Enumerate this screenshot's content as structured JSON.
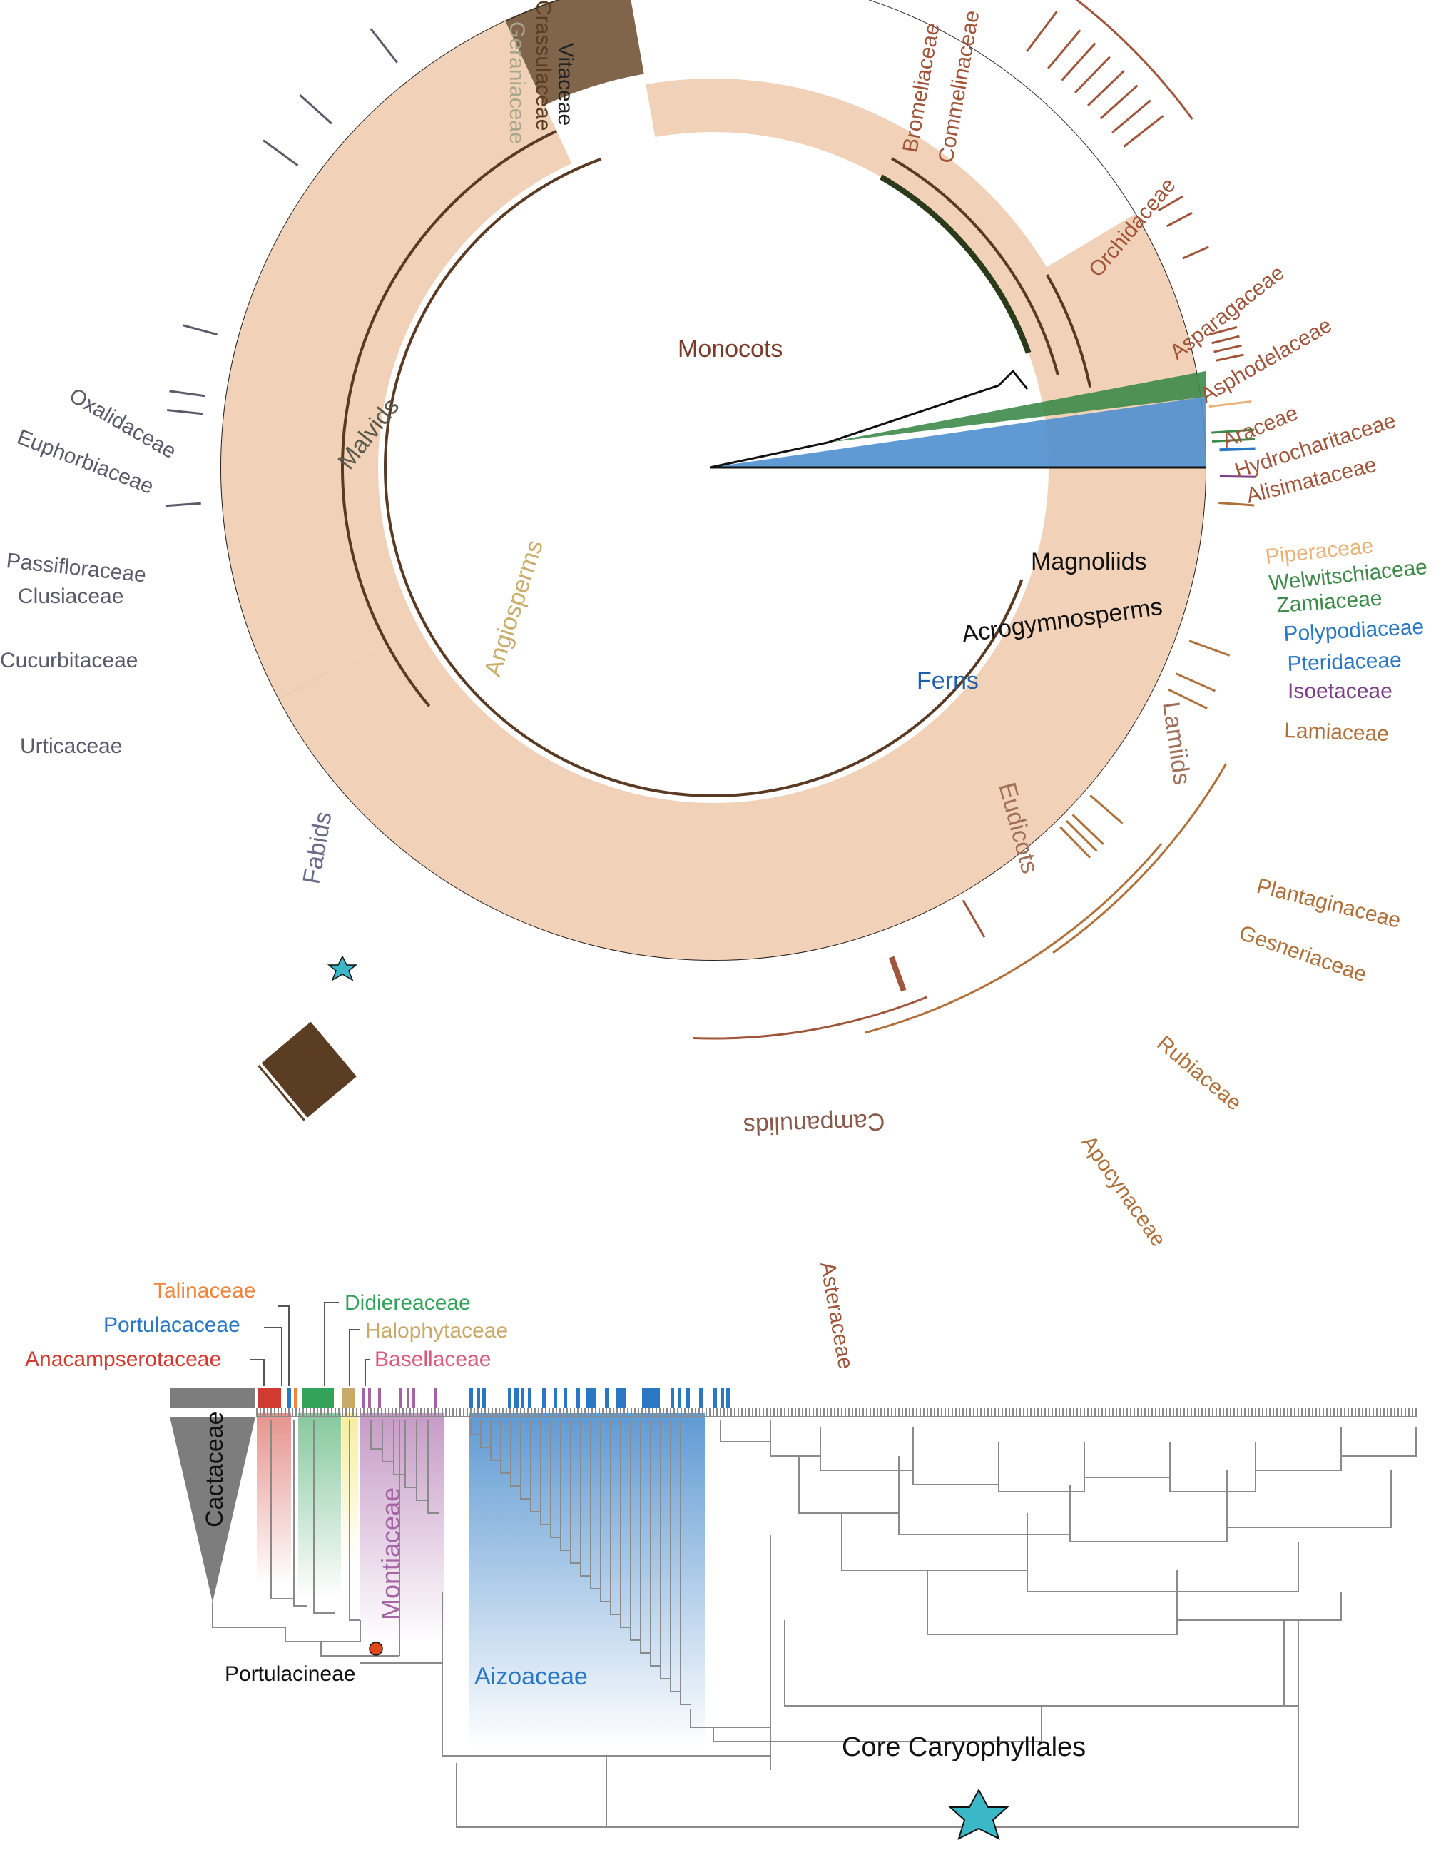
{
  "colors": {
    "monocots": "#d9826f",
    "monocots_dark": "#7a3a28",
    "magnoliids": "#f4a873",
    "gymnosperms": "#3d8a4a",
    "ferns": "#4f8fcf",
    "lycophytes": "#7b3f8a",
    "eudicots_band": "#f1d1b8",
    "angiosperm_band": "#fff6c9",
    "lamiids": "#f4a873",
    "campanulids": "#d9826f",
    "fabids": "#7a7497",
    "malvids": "#9a977c",
    "superasterids": "#6b4a2b",
    "cactaceae": "#7d7d7d",
    "anacampserotaceae": "#d03a2f",
    "portulacaceae": "#2a78c4",
    "talinaceae": "#f0843c",
    "didiereaceae": "#34a35a",
    "halophytaceae": "#c9a96a",
    "basellaceae": "#d95a7a",
    "montiaceae": "#a664a6",
    "aizoaceae": "#2a78c4",
    "star": "#3ab8c8",
    "node_dot": "#e04a1a",
    "branch": "#8a8a8a"
  },
  "circle_labels": {
    "monocots": "Monocots",
    "magnoliids": "Magnoliids",
    "acrogymnosperms": "Acrogymnosperms",
    "ferns": "Ferns",
    "angiosperms": "Angiosperms",
    "eudicots": "Eudicots",
    "lamiids": "Lamiids",
    "campanulids": "Campanulids",
    "fabids": "Fabids",
    "malvids": "Malvids"
  },
  "families_right": [
    "Bromeliaceae",
    "Commelinaceae",
    "Orchidaceae",
    "Asparagaceae",
    "Asphodelaceae",
    "Araceae",
    "Hydrocharitaceae",
    "Alisimataceae",
    "Piperaceae",
    "Welwitschiaceae",
    "Zamiaceae",
    "Polypodiaceae",
    "Pteridaceae",
    "Isoetaceae",
    "Lamiaceae",
    "Plantaginaceae",
    "Gesneriaceae",
    "Rubiaceae",
    "Apocynaceae",
    "Asteraceae"
  ],
  "families_left": [
    "Vitaceae",
    "Crassulaceae",
    "Geraniaceae",
    "Oxalidaceae",
    "Euphorbiaceae",
    "Passifloraceae",
    "Clusiaceae",
    "Cucurbitaceae",
    "Urticaceae"
  ],
  "caryophyllales": {
    "families": [
      "Talinaceae",
      "Portulacaceae",
      "Anacampserotaceae",
      "Didiereaceae",
      "Halophytaceae",
      "Basellaceae"
    ],
    "cactaceae": "Cactaceae",
    "montiaceae": "Montiaceae",
    "aizoaceae": "Aizoaceae",
    "portulacineae": "Portulacineae",
    "core": "Core Caryophyllales"
  }
}
